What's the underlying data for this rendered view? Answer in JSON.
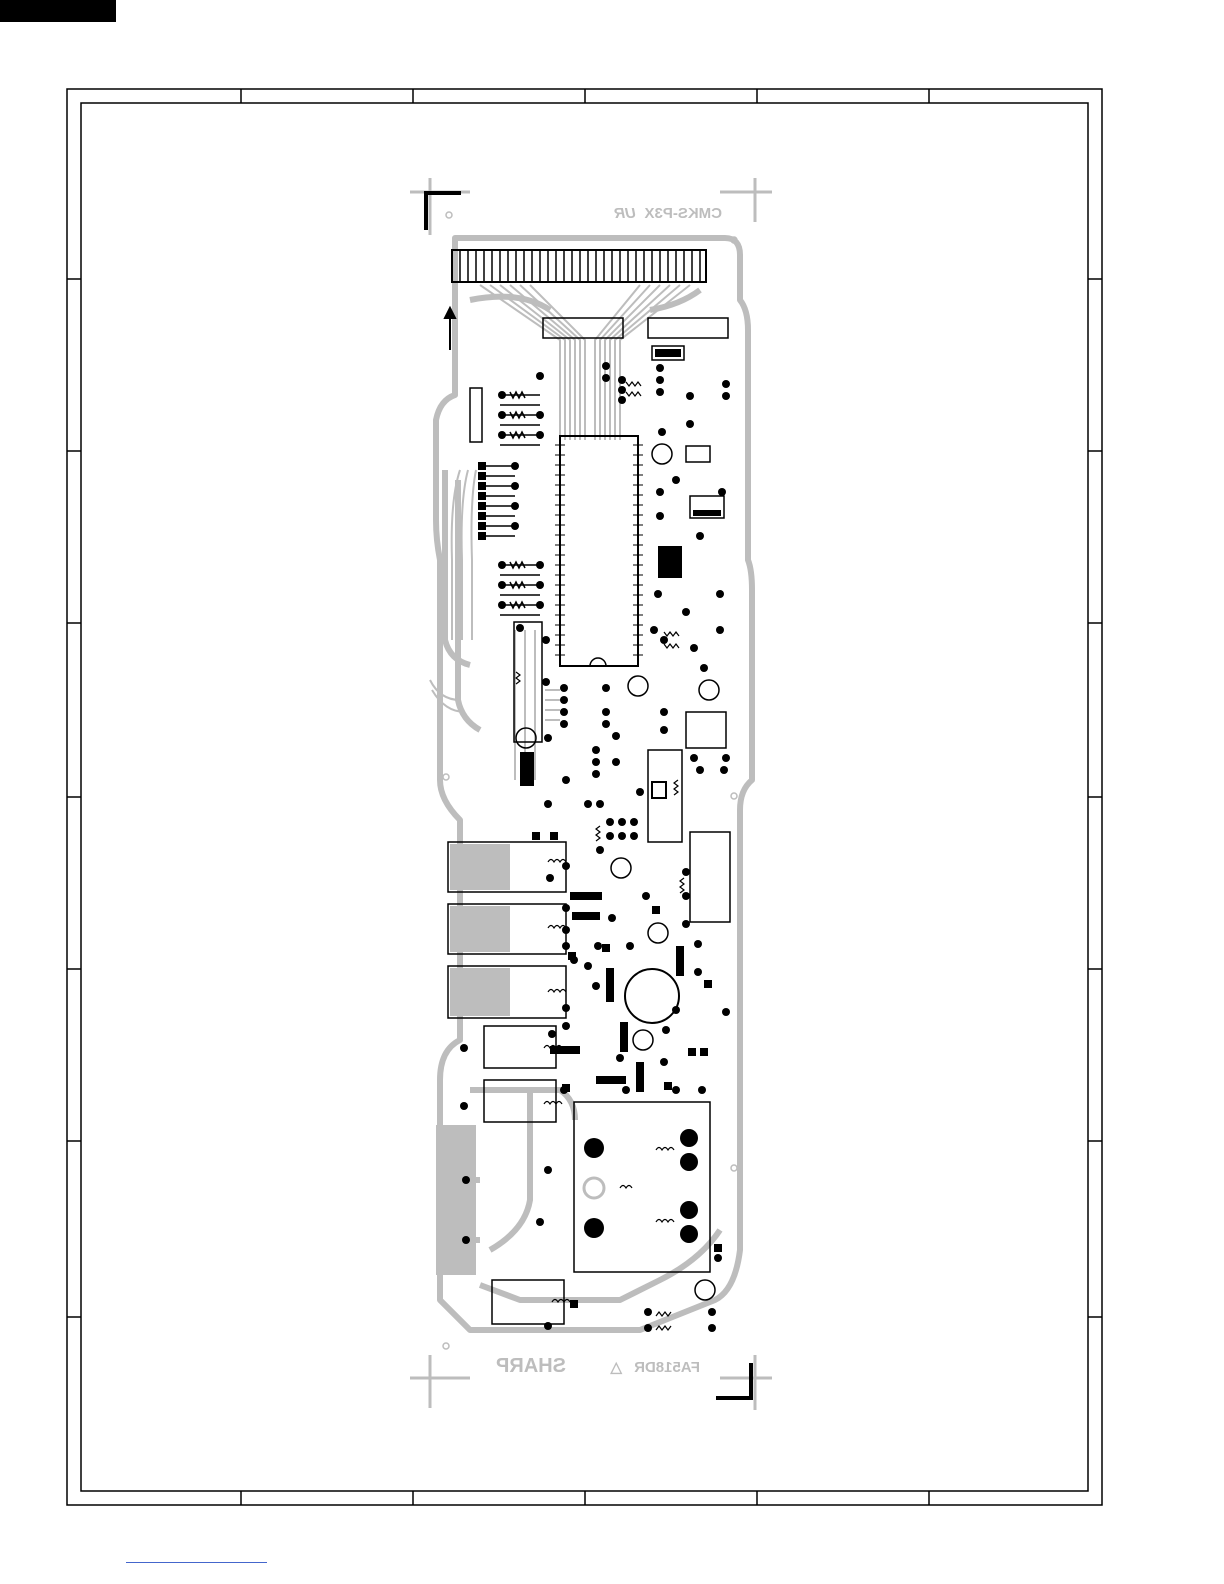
{
  "document": {
    "board_code": "CMKS-P3X",
    "board_mark": "UR",
    "brand": "SHARP",
    "part_number": "FA518DR",
    "part_mark": "△"
  },
  "colors": {
    "frame": "#000000",
    "copper": "#bdbdbd",
    "pad": "#000000",
    "footer_rule": "#4466cc"
  }
}
